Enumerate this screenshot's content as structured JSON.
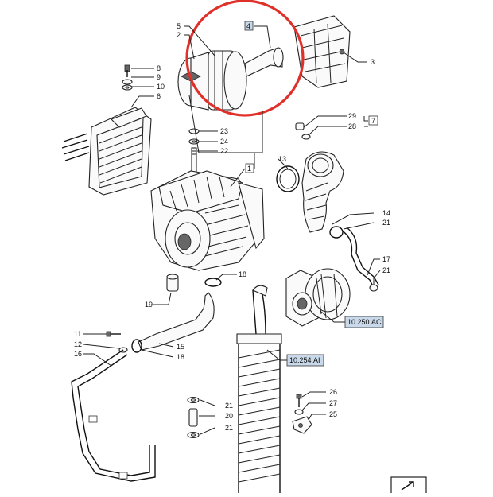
{
  "diagram": {
    "callouts": {
      "c5": "5",
      "c2": "2",
      "c4": "4",
      "c3": "3",
      "c8": "8",
      "c9": "9",
      "c10": "10",
      "c6": "6",
      "c23": "23",
      "c24": "24",
      "c22": "22",
      "c29": "29",
      "c28": "28",
      "c7": "7",
      "c1": "1",
      "c13": "13",
      "c14": "14",
      "c21a": "21",
      "c17": "17",
      "c21b": "21",
      "c18a": "18",
      "c19": "19",
      "c11": "11",
      "c12": "12",
      "c16": "16",
      "c15": "15",
      "c18b": "18",
      "c21c": "21",
      "c20": "20",
      "c21d": "21",
      "c26": "26",
      "c27": "27",
      "c25": "25"
    },
    "references": {
      "turbo_ref": "10.250.AC",
      "exhaust_ref": "10.254.AI"
    },
    "highlight_color": "#e0302a",
    "reference_color": "#c9d9ea"
  }
}
